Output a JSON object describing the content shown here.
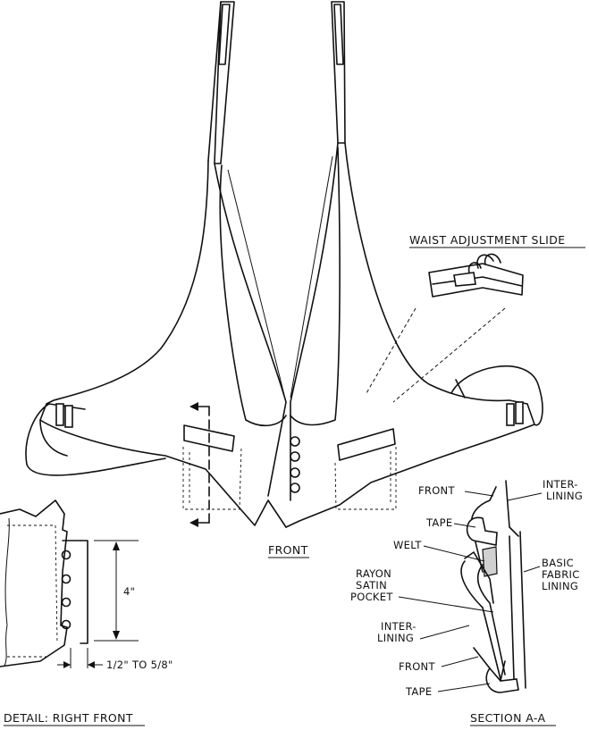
{
  "labels": {
    "waist_adjustment_slide": "WAIST ADJUSTMENT SLIDE",
    "front_caption": "FRONT",
    "detail_caption": "DETAIL: RIGHT FRONT",
    "section_caption": "SECTION A-A",
    "dim_4": "4\"",
    "dim_half": "1/2\" TO 5/8\"",
    "front_top": "FRONT",
    "inter_lining_top_1": "INTER-",
    "inter_lining_top_2": "LINING",
    "tape_top": "TAPE",
    "welt": "WELT",
    "basic_1": "BASIC",
    "basic_2": "FABRIC",
    "basic_3": "LINING",
    "rayon_1": "RAYON",
    "rayon_2": "SATIN",
    "rayon_3": "POCKET",
    "inter_lining_mid_1": "INTER-",
    "inter_lining_mid_2": "LINING",
    "front_bottom": "FRONT",
    "tape_bottom": "TAPE"
  }
}
